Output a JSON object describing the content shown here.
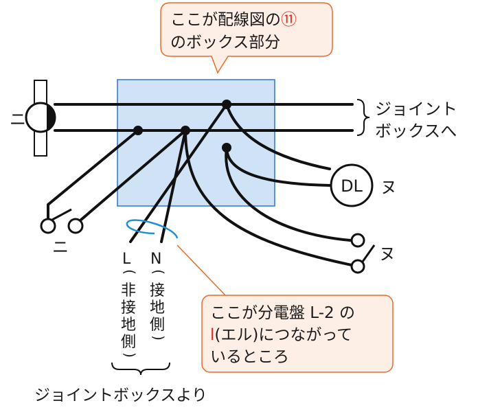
{
  "callout_top": {
    "line1_text": "ここが配線図の",
    "line1_mark": "⑪",
    "line2": "のボックス部分"
  },
  "callout_bottom": {
    "line1": "ここが分電盤 L-2 の",
    "line2_mark": "l",
    "line2_rest": "(エル)につながって",
    "line3": "いるところ"
  },
  "labels": {
    "lamp_left": "ニ",
    "switch_left": "ニ",
    "joint_right_line1": "ジョイント",
    "joint_right_line2": "ボックスへ",
    "dl": "DL",
    "dl_label": "ヌ",
    "switch_right_label": "ヌ",
    "wire_l": "L",
    "wire_l_note": [
      "(",
      "非",
      "接",
      "地",
      "側",
      ")"
    ],
    "wire_n": "N",
    "wire_n_note": [
      "(",
      "接",
      "地",
      "側",
      ")"
    ],
    "joint_bottom": "ジョイントボックスより"
  },
  "colors": {
    "box_fill": "#cfe2f6",
    "box_stroke": "#2e75c5",
    "callout_fill": "#fdefe6",
    "callout_stroke": "#e96a2d",
    "highlight_red": "#e0251b",
    "wire": "#111111",
    "bundle_mark": "#1f8fd0"
  }
}
